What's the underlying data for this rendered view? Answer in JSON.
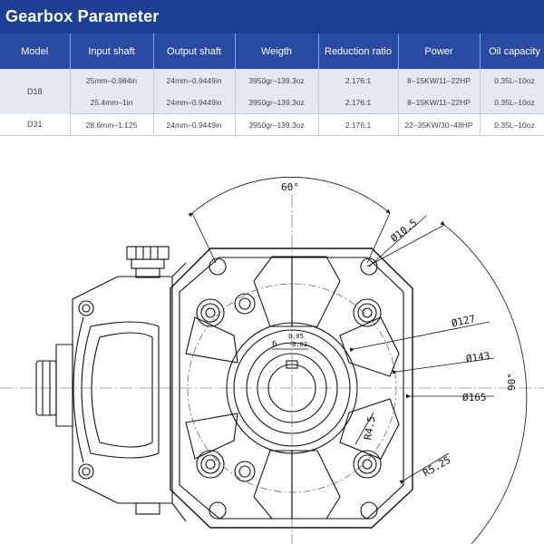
{
  "header": {
    "title": "Gearbox Parameter"
  },
  "table": {
    "columns": [
      "Model",
      "Input shaft",
      "Output shaft",
      "Weigth",
      "Reduction ratio",
      "Power",
      "Oil capacity"
    ],
    "rows": [
      {
        "model": "D18",
        "input": "25mm–0.984in",
        "output": "24mm–0.9449in",
        "weight": "3950gr–139.3oz",
        "ratio": "2.176:1",
        "power": "8–15KW/11–22HP",
        "oil": "0.35L–10oz"
      },
      {
        "model": "",
        "input": "25.4mm–1in",
        "output": "24mm–0.9449in",
        "weight": "3950gr–139.3oz",
        "ratio": "2.176:1",
        "power": "8–15KW/11–22HP",
        "oil": "0.35L–10oz"
      },
      {
        "model": "D31",
        "input": "28.6mm–1.125",
        "output": "24mm–0.9449in",
        "weight": "3950gr–139.3oz",
        "ratio": "2.176:1",
        "power": "22–35KW/30–48HP",
        "oil": "0.35L–10oz"
      }
    ]
  },
  "drawing": {
    "dims": {
      "angle_top": "60°",
      "angle_right": "90°",
      "d_hole": "Ø10.5",
      "d127": "Ø127",
      "d143": "Ø143",
      "d165": "Ø165",
      "r45": "R4.5",
      "r525": "R5.25",
      "key_w": "6",
      "tol_up": "0.05",
      "tol_dn": "-0.02"
    }
  }
}
